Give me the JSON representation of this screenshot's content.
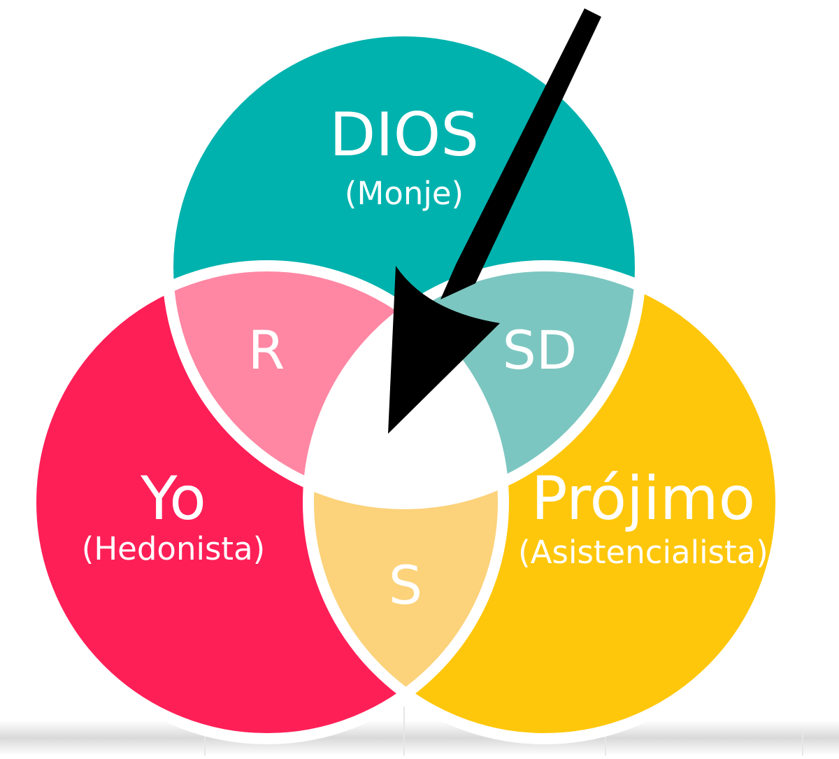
{
  "colors": {
    "dios": "#00b2ae",
    "yo": "#ff1f57",
    "projimo": "#ffc70c",
    "r_overlap": "#ff87a3",
    "sd_overlap": "#7cc6c1",
    "s_overlap": "#fcd27a",
    "center": "#ffffff",
    "outline": "#ffffff",
    "arrow": "#000000",
    "label": "#ffffff"
  },
  "circles": {
    "dios": {
      "title": "DIOS",
      "subtitle": "(Monje)"
    },
    "yo": {
      "title": "Yo",
      "subtitle": "(Hedonista)"
    },
    "projimo": {
      "title": "Prójimo",
      "subtitle": "(Asistencialista)"
    }
  },
  "overlaps": {
    "r": "R",
    "sd": "SD",
    "s": "S"
  },
  "icons": {
    "pointer": "arrow-icon"
  }
}
